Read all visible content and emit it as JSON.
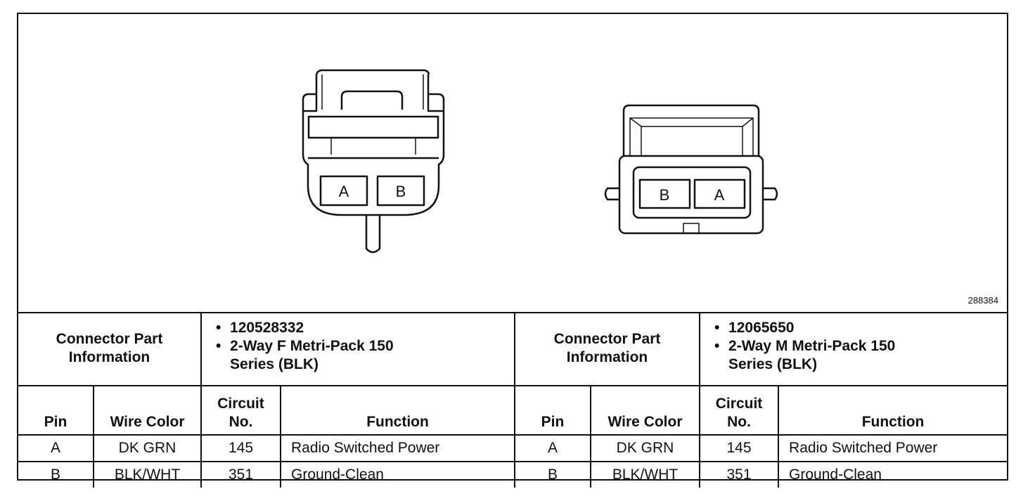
{
  "figure_id": "288384",
  "connectors": [
    {
      "view": "female",
      "cavity_labels": [
        "A",
        "B"
      ],
      "part_info_label": "Connector Part Information",
      "part_info": [
        "120528332",
        "2-Way F Metri-Pack 150 Series (BLK)"
      ],
      "headers": {
        "pin": "Pin",
        "wire_color": "Wire Color",
        "circuit": "Circuit No.",
        "function": "Function"
      },
      "rows": [
        {
          "pin": "A",
          "wire_color": "DK GRN",
          "circuit": "145",
          "function": "Radio Switched Power"
        },
        {
          "pin": "B",
          "wire_color": "BLK/WHT",
          "circuit": "351",
          "function": "Ground-Clean"
        }
      ]
    },
    {
      "view": "male",
      "cavity_labels": [
        "B",
        "A"
      ],
      "part_info_label": "Connector Part Information",
      "part_info": [
        "12065650",
        "2-Way M Metri-Pack 150 Series (BLK)"
      ],
      "headers": {
        "pin": "Pin",
        "wire_color": "Wire Color",
        "circuit": "Circuit No.",
        "function": "Function"
      },
      "rows": [
        {
          "pin": "A",
          "wire_color": "DK GRN",
          "circuit": "145",
          "function": "Radio Switched Power"
        },
        {
          "pin": "B",
          "wire_color": "BLK/WHT",
          "circuit": "351",
          "function": "Ground-Clean"
        }
      ]
    }
  ]
}
